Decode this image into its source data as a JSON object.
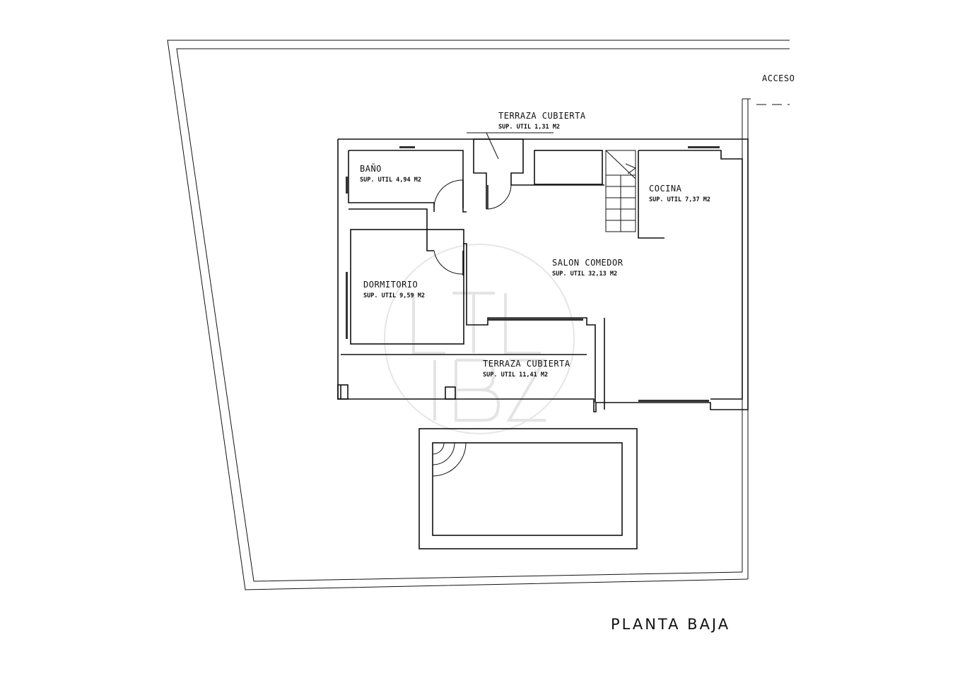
{
  "plan_title": "PLANTA BAJA",
  "access_label": "ACCESO",
  "watermark": "LTL IBZ",
  "rooms": [
    {
      "name": "TERRAZA CUBIERTA",
      "area": "SUP. UTIL 1,31 M2"
    },
    {
      "name": "BAÑO",
      "area": "SUP. UTIL 4,94 M2"
    },
    {
      "name": "COCINA",
      "area": "SUP. UTIL 7,37 M2"
    },
    {
      "name": "SALON COMEDOR",
      "area": "SUP. UTIL 32,13 M2"
    },
    {
      "name": "DORMITORIO",
      "area": "SUP. UTIL 9,59 M2"
    },
    {
      "name": "TERRAZA CUBIERTA",
      "area": "SUP. UTIL 11,41 M2"
    }
  ]
}
